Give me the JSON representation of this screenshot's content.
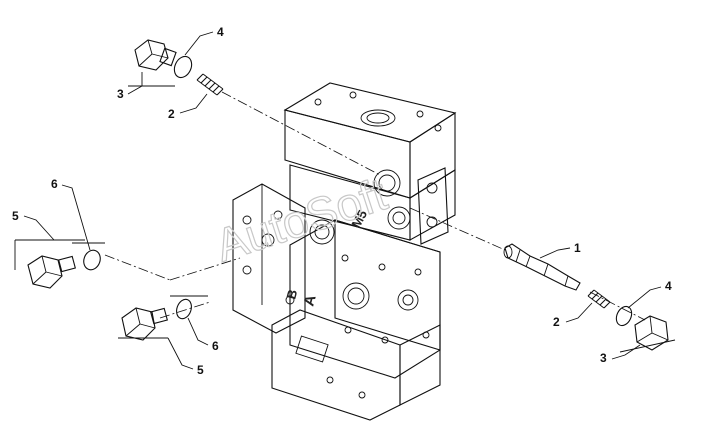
{
  "callouts": {
    "c1": "1",
    "c2_top": "2",
    "c2_right": "2",
    "c3_top": "3",
    "c3_right": "3",
    "c4_top": "4",
    "c4_right": "4",
    "c5_left": "5",
    "c5_bottom": "5",
    "c6_left": "6",
    "c6_bottom": "6"
  },
  "casting_marks": {
    "m5": "M5",
    "port_a": "A",
    "port_b": "B"
  },
  "watermark": "AutoSoft",
  "colors": {
    "line": "#111111",
    "watermark": "#c8c8c8",
    "background": "#ffffff"
  }
}
